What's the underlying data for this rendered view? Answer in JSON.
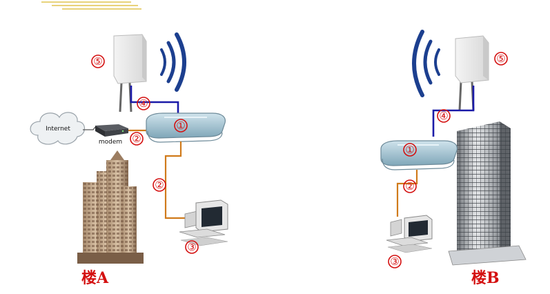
{
  "labels": {
    "internet": "Internet",
    "modem": "modem",
    "building_a": "楼A",
    "building_b": "楼B"
  },
  "markers": {
    "router": "①",
    "cable": "②",
    "computer": "③",
    "antenna_link": "④",
    "antenna": "⑤"
  },
  "colors": {
    "marker": "#d41010",
    "antenna_cable": "#1a1aa8",
    "ethernet_cable": "#d07a1a",
    "signal_wave": "#1c3f8f"
  }
}
